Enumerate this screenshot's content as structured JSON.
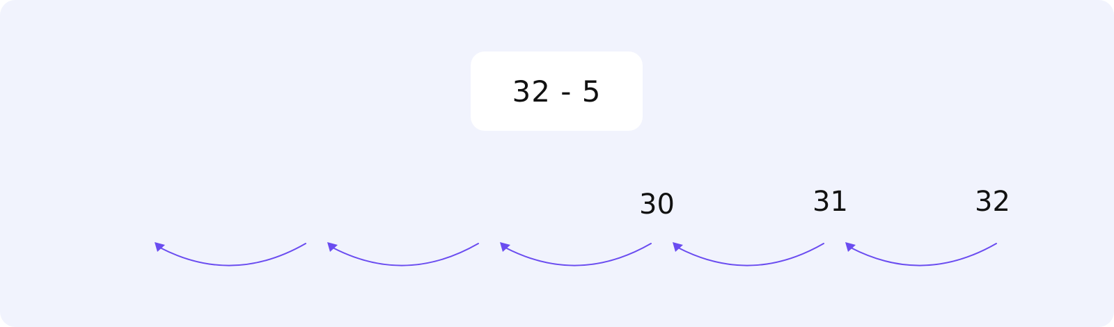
{
  "expression": "32 - 5",
  "number_line": {
    "labels": [
      "30",
      "31",
      "32"
    ],
    "arrow_count": 5,
    "arrow_color": "#6a4cf0",
    "panel_background": "#f1f3fd"
  }
}
